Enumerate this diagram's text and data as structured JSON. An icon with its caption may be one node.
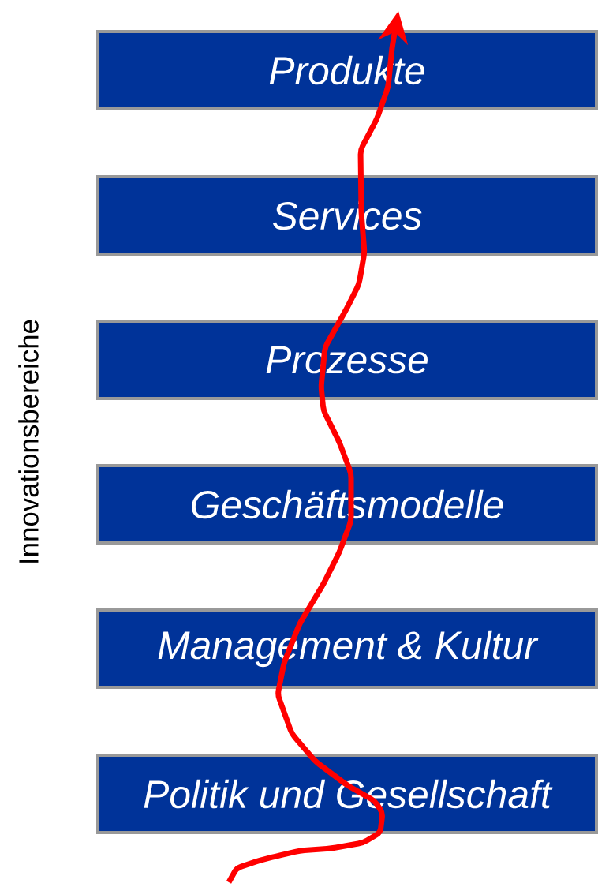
{
  "diagram": {
    "nodes": [
      {
        "text": [
          "Produkte"
        ]
      },
      {
        "text": [
          "Services"
        ]
      },
      {
        "text": [
          "Prozesse"
        ]
      },
      {
        "text": [
          "Geschäftsmodelle"
        ]
      },
      {
        "text": [
          "Management & Kultur"
        ]
      },
      {
        "text": [
          "Politik und Gesellschaft"
        ]
      }
    ],
    "labels": [
      "Innovationsbereiche"
    ]
  }
}
